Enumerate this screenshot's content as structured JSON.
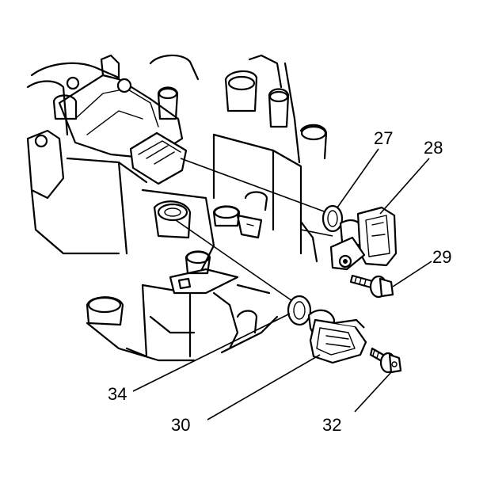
{
  "callouts": {
    "c27": "27",
    "c28": "28",
    "c29": "29",
    "c30": "30",
    "c32": "32",
    "c34": "34"
  }
}
